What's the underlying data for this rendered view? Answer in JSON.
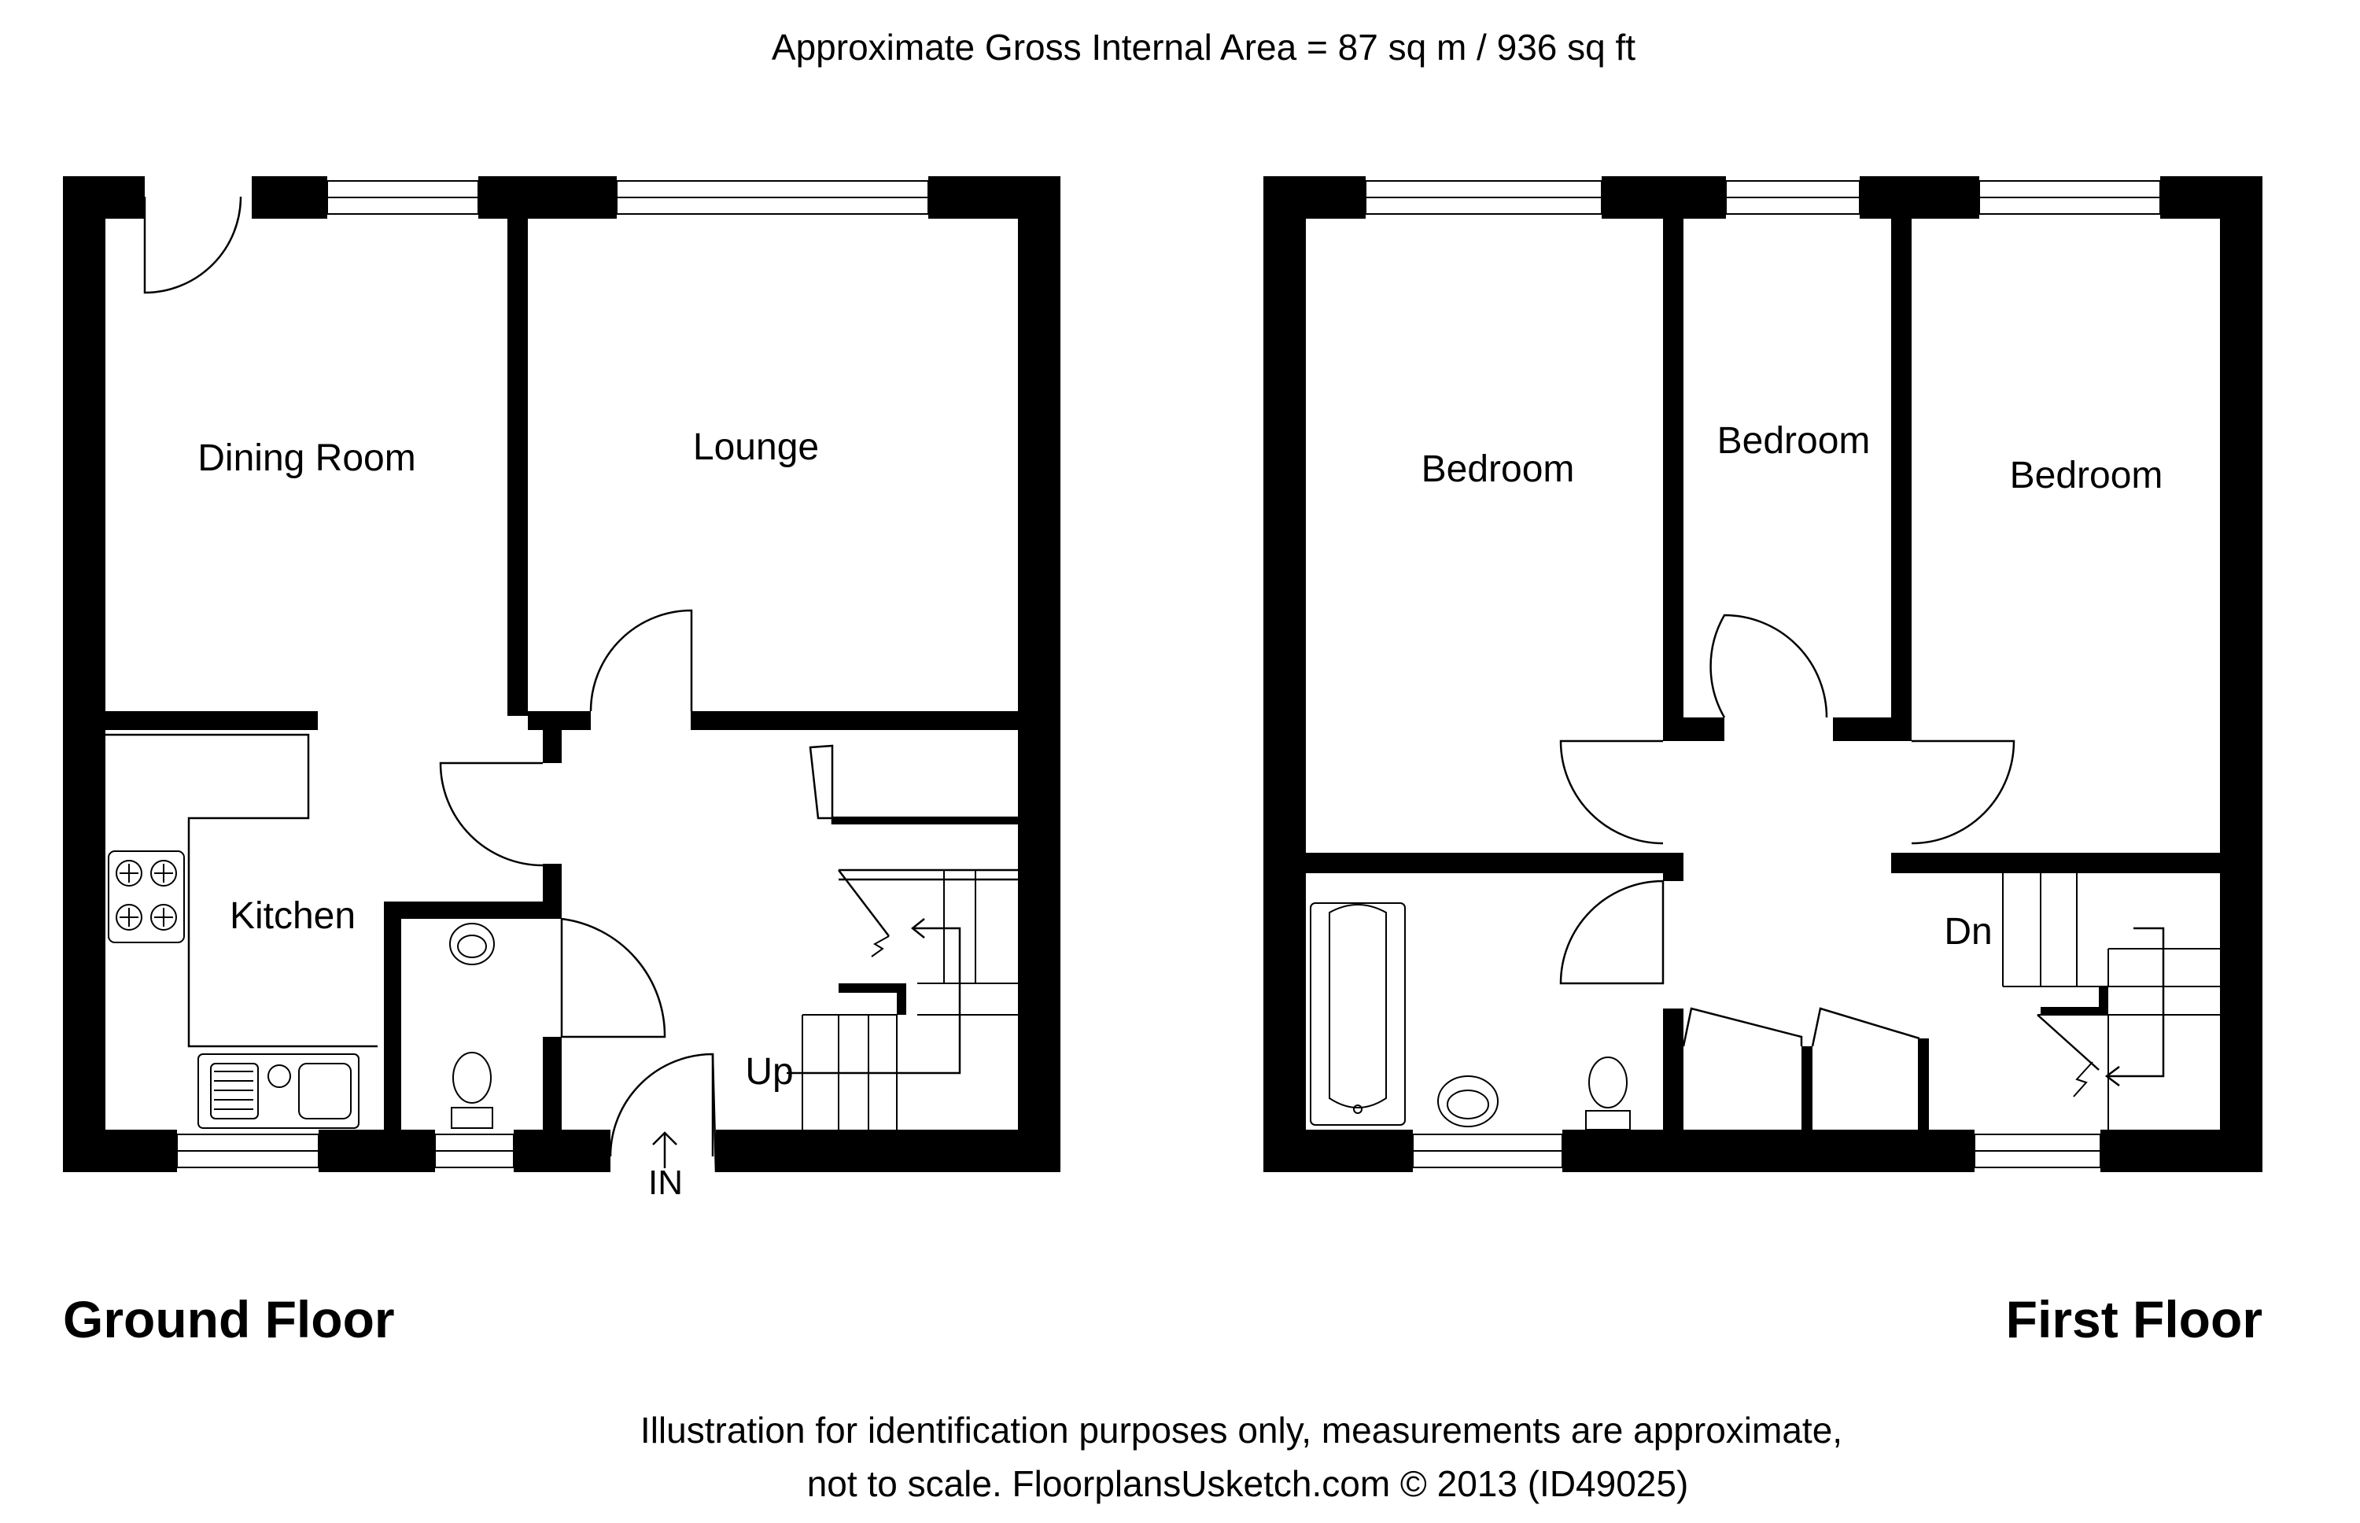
{
  "header": {
    "area_text": "Approximate Gross Internal Area  = 87 sq m / 936 sq ft"
  },
  "ground_floor": {
    "label": "Ground Floor",
    "rooms": {
      "dining": "Dining Room",
      "lounge": "Lounge",
      "kitchen": "Kitchen"
    },
    "stairs_label": "Up",
    "entrance_label": "IN"
  },
  "first_floor": {
    "label": "First Floor",
    "rooms": {
      "bedroom_1": "Bedroom",
      "bedroom_2": "Bedroom",
      "bedroom_3": "Bedroom"
    },
    "stairs_label": "Dn"
  },
  "footer": {
    "line1": "Illustration for identification purposes only, measurements are approximate,",
    "line2": "not to scale. FloorplansUsketch.com © 2013 (ID49025)"
  }
}
